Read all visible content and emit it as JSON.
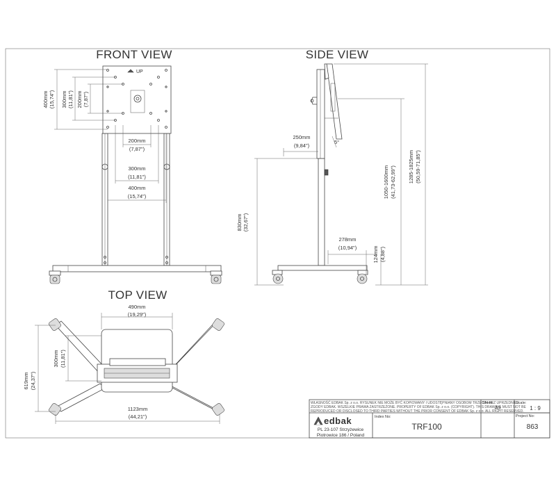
{
  "views": {
    "front": "FRONT VIEW",
    "side": "SIDE VIEW",
    "top": "TOP VIEW",
    "up_label": "UP"
  },
  "front_dims": {
    "d400_mm": "400mm",
    "d400_in": "(15,74\")",
    "d300_mm": "300mm",
    "d300_in": "(11,81\")",
    "d200_mm": "200mm",
    "d200_in": "(7,87\")",
    "h200_mm": "200mm",
    "h200_in": "(7,87\")",
    "h300_mm": "300mm",
    "h300_in": "(11,81\")",
    "h400_mm": "400mm",
    "h400_in": "(15,74\")"
  },
  "side_dims": {
    "d250_mm": "250mm",
    "d250_in": "(9,84\")",
    "angle": "5°",
    "d830_mm": "830mm",
    "d830_in": "(32,67\")",
    "range1_mm": "1050-1600mm",
    "range1_in": "(41,73-62,99\")",
    "range2_mm": "1285-1825mm",
    "range2_in": "(50,59-71,85\")",
    "d278_mm": "278mm",
    "d278_in": "(10,94\")",
    "d124_mm": "124mm",
    "d124_in": "(4,88\")"
  },
  "top_dims": {
    "d490_mm": "490mm",
    "d490_in": "(19,29\")",
    "d300_mm": "300mm",
    "d300_in": "(11,81\")",
    "d619_mm": "619mm",
    "d619_in": "(24,37\")",
    "d1123_mm": "1123mm",
    "d1123_in": "(44,21\")"
  },
  "title_block": {
    "notice_lines": [
      "WŁASNOŚĆ EDBAK Sp. z o.o. RYSUNEK NIE MOŻE BYĆ KOPIOWANY I UDOSTĘPNIANY OSOBOM TRZECIM BEZ UPRZEDNIEJ",
      "ZGODY EDBAK. WSZELKIE PRAWA ZASTRZEŻONE. PROPERTY OF EDBAK Sp. z o.o. (COPYRIGHT). THIS DRAWING MUST NOT BE",
      "REPRODUCED OR DISCLOSED TO THIRD PARTIES WITHOUT THE PRIOR CONSENT OF EDBAK Sp. z o.o. ALL RIGHT RESERVED."
    ],
    "logo": "edbak",
    "address1": "PL 23-107 Strzyżewice",
    "address2": "Piotrowice 186 / Poland",
    "index_label": "Index No:",
    "index_value": "TRF100",
    "sheet_label": "Sheet:",
    "sheet_value": "A3",
    "scale_label": "Scale:",
    "scale_value": "1 : 9",
    "project_label": "Project No:",
    "project_value": "863"
  }
}
